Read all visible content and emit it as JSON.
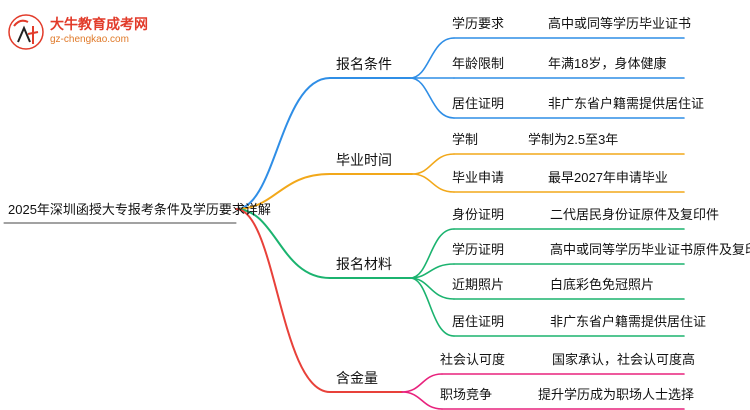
{
  "watermark": {
    "site_name": "大牛教育成考网",
    "url": "gz-chengkao.com",
    "logo_text": "大牛"
  },
  "root": {
    "label": "2025年深圳函授大专报考条件及学历要求详解"
  },
  "colors": {
    "blue": "#2f8ee6",
    "orange": "#f2a81a",
    "magenta": "#e8227d",
    "green": "#1bb36f",
    "red": "#e8413a"
  },
  "branches": [
    {
      "label": "报名条件",
      "color": "blue",
      "children": [
        {
          "label": "学历要求",
          "value": "高中或同等学历毕业证书"
        },
        {
          "label": "年龄限制",
          "value": "年满18岁，身体健康"
        },
        {
          "label": "居住证明",
          "value": "非广东省户籍需提供居住证"
        }
      ]
    },
    {
      "label": "毕业时间",
      "color": "orange",
      "children": [
        {
          "label": "学制",
          "value": "学制为2.5至3年"
        },
        {
          "label": "毕业申请",
          "value": "最早2027年申请毕业"
        }
      ]
    },
    {
      "label": "报名材料",
      "color": "green",
      "children": [
        {
          "label": "身份证明",
          "value": "二代居民身份证原件及复印件"
        },
        {
          "label": "学历证明",
          "value": "高中或同等学历毕业证书原件及复印件"
        },
        {
          "label": "近期照片",
          "value": "白底彩色免冠照片"
        },
        {
          "label": "居住证明",
          "value": "非广东省户籍需提供居住证"
        }
      ]
    },
    {
      "label": "含金量",
      "color": "red",
      "children": [
        {
          "label": "社会认可度",
          "value": "国家承认，社会认可度高"
        },
        {
          "label": "职场竞争",
          "value": "提升学历成为职场人士选择"
        }
      ]
    }
  ]
}
